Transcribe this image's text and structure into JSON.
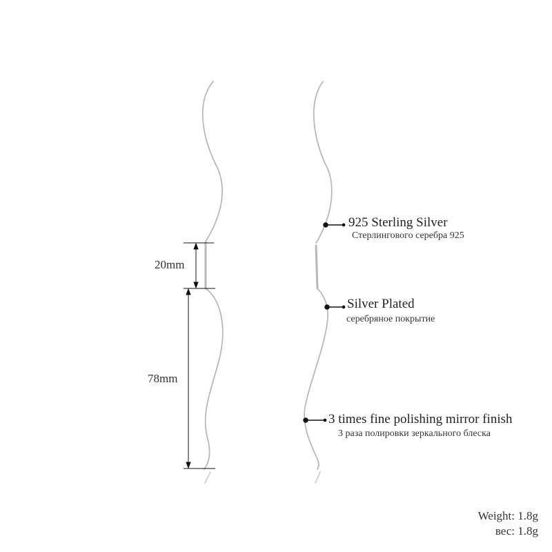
{
  "dimensions": {
    "upper": "20mm",
    "lower": "78mm"
  },
  "features": [
    {
      "en": "925 Sterling Silver",
      "ru": "Стерлингового серебра 925"
    },
    {
      "en": "Silver Plated",
      "ru": "серебряное покрытие"
    },
    {
      "en": "3 times fine polishing mirror finish",
      "ru": "3 раза полировки зеркального блеска"
    }
  ],
  "weight": {
    "en": "Weight: 1.8g",
    "ru": "вес: 1.8g"
  },
  "colors": {
    "wire": "#b8b8b8",
    "wire_dark": "#8a8a8a",
    "annotation": "#111111"
  }
}
